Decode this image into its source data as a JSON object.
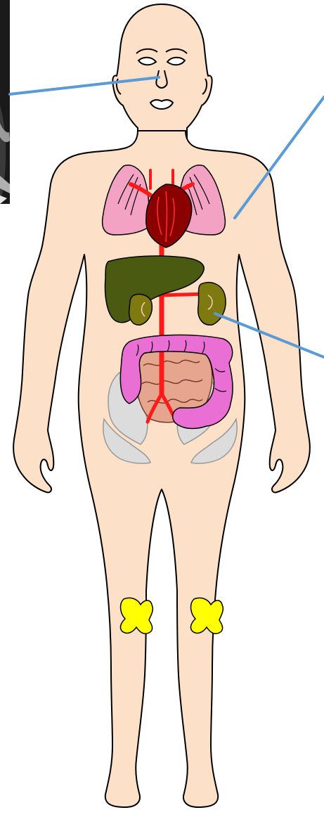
{
  "colors": {
    "skin": "#fde0c8",
    "outline": "#000000",
    "lung": "#f4a2c4",
    "heart": "#8b0000",
    "artery": "#ff1a1a",
    "liver": "#4a5a10",
    "kidney": "#7f7a10",
    "colon": "#ea6fd4",
    "small_intestine": "#e5a58f",
    "pelvis": "#dcdcdc",
    "knee": "#ffff00",
    "leader_line": "#5b9bd5",
    "inset_panel": "#111111"
  },
  "figure": {
    "labels": [],
    "leader_lines": [
      "face-pointer",
      "lung-pointer",
      "kidney-pointer"
    ]
  }
}
